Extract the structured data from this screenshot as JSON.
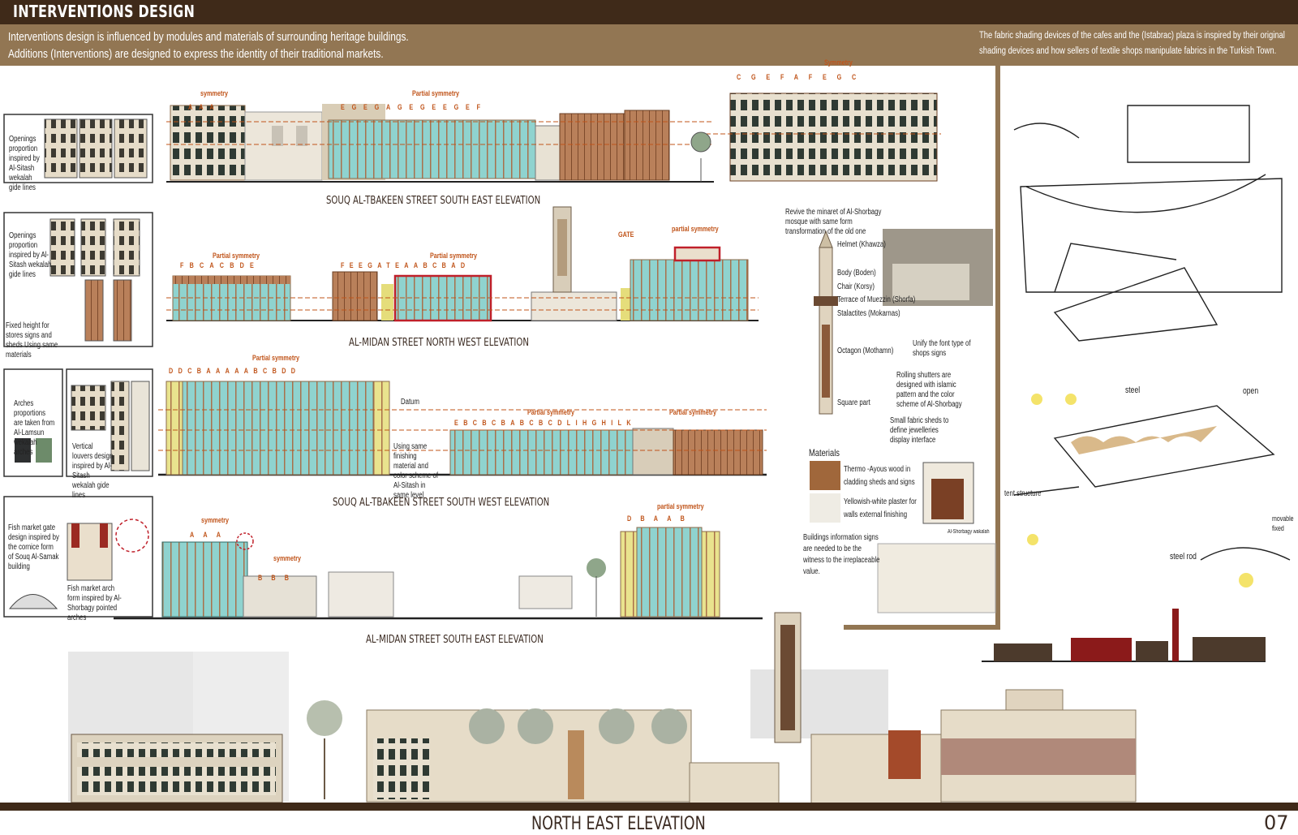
{
  "header": {
    "title": "INTERVENTIONS DESIGN",
    "intro_line1": "Interventions design is influenced by modules and materials of surrounding heritage buildings.",
    "intro_line2": "Additions (Interventions) are designed to express the identity of their traditional markets.",
    "fabric_note_line1": "The fabric shading devices of the cafes and the (Istabrac) plaza is inspired by their original",
    "fabric_note_line2": "shading devices and how sellers of textile shops manipulate fabrics in the Turkish Town."
  },
  "elevations": {
    "souq_south_east": "SOUQ AL-TBAKEEN STREET SOUTH EAST ELEVATION",
    "midan_north_west": "AL-MIDAN STREET NORTH WEST ELEVATION",
    "souq_south_west": "SOUQ AL-TBAKEEN STREET SOUTH  WEST ELEVATION",
    "midan_south_east": "AL-MIDAN STREET SOUTH EAST ELEVATION",
    "north_east": "NORTH EAST ELEVATION"
  },
  "annotations": {
    "symmetry": "symmetry",
    "symmetry_cap": "Symmetry",
    "partial_symmetry": "Partial symmetry",
    "partial_symmetry_lc": "partial symmetry",
    "gate": "GATE",
    "datum": "Datum"
  },
  "grid_letters": {
    "row1_left": [
      "A",
      "A",
      "A"
    ],
    "row1_mid": [
      "E",
      "G",
      "E",
      "G",
      "A",
      "G",
      "E",
      "G",
      "E",
      "E",
      "G",
      "E",
      "F"
    ],
    "row1_right": [
      "C",
      "G",
      "E",
      "F",
      "A",
      "F",
      "E",
      "G",
      "C"
    ],
    "row2_left": [
      "F",
      "B",
      "C",
      "A",
      "C",
      "B",
      "D",
      "E"
    ],
    "row2_mid": [
      "F",
      "E",
      "E",
      "GATE",
      "A",
      "A",
      "B",
      "C",
      "B",
      "A",
      "D"
    ],
    "row3_left": [
      "D",
      "D",
      "C",
      "B",
      "A",
      "A",
      "A",
      "A",
      "A",
      "B",
      "C",
      "B",
      "D",
      "D"
    ],
    "row3_right": [
      "E",
      "B",
      "C",
      "B",
      "C",
      "B",
      "A",
      "B",
      "C",
      "B",
      "C",
      "D",
      "L",
      "I",
      "H",
      "G",
      "H",
      "I",
      "L",
      "K"
    ],
    "row4_left": [
      "A",
      "A",
      "A"
    ],
    "row4_mid": [
      "B",
      "B",
      "B"
    ],
    "row4_right": [
      "D",
      "B",
      "A",
      "A",
      "B"
    ]
  },
  "side_notes": {
    "openings_wekalah": "Openings proportion inspired by Al-Sitash wekalah gide lines",
    "openings_wekalah_2": "Openings proportion inspired by Al-Sitash wekalah gide lines",
    "fixed_height": "Fixed height for stores signs and sheds Using same materials",
    "arches": "Arches proportions are taken from Al-Lamsun wekalah arches",
    "louvers": "Vertical louvers design inspired by Al-Sitash wekalah gide lines",
    "same_finishing": "Using same finishing material and color scheme of Al-Sitash in same level",
    "fish_gate": "Fish market gate design inspired by the cornice form of Souq Al-Samak building",
    "fish_arch": "Fish market arch form inspired by Al-Shorbagy pointed arches"
  },
  "minaret": {
    "revive": "Revive the minaret of Al-Shorbagy mosque with same form transformation of the old one",
    "parts": [
      "Helmet (Khawza)",
      "Body (Boden)",
      "Chair (Korsy)",
      "Terrace of Muezzin (Shorfa)",
      "Stalactites (Mokarnas)",
      "Octagon (Mothamn)",
      "Square part"
    ]
  },
  "shops": {
    "font_note": "Unify the font type of shops signs",
    "rolling_note": "Rolling shutters are designed with islamic pattern and the color scheme of Al-Shorbagy",
    "fabric_sheds": "Small fabric sheds to define jewelleries display interface"
  },
  "materials": {
    "heading": "Materials",
    "wood": "Thermo -Ayous wood in cladding sheds and signs",
    "plaster": "Yellowish-white plaster for walls external finishing"
  },
  "info_signs": {
    "text": "Buildings information signs are needed to be the witness to the irreplaceable value.",
    "small_caption": "Al-Shorbagy wakalah"
  },
  "sketch_labels": {
    "steel": "steel",
    "open": "open",
    "tent_structure": "tent structure",
    "movable": "movable fixed",
    "steel_rod": "steel rod"
  },
  "page_number": "07",
  "colors": {
    "header_dark": "#3f2a19",
    "header_light": "#927653",
    "accent_orange": "#c0541a",
    "glass_cyan": "#8fd3cf",
    "facade_beige": "#e6dcc8",
    "brick": "#a9704b",
    "dark_red": "#8b1a1a"
  }
}
